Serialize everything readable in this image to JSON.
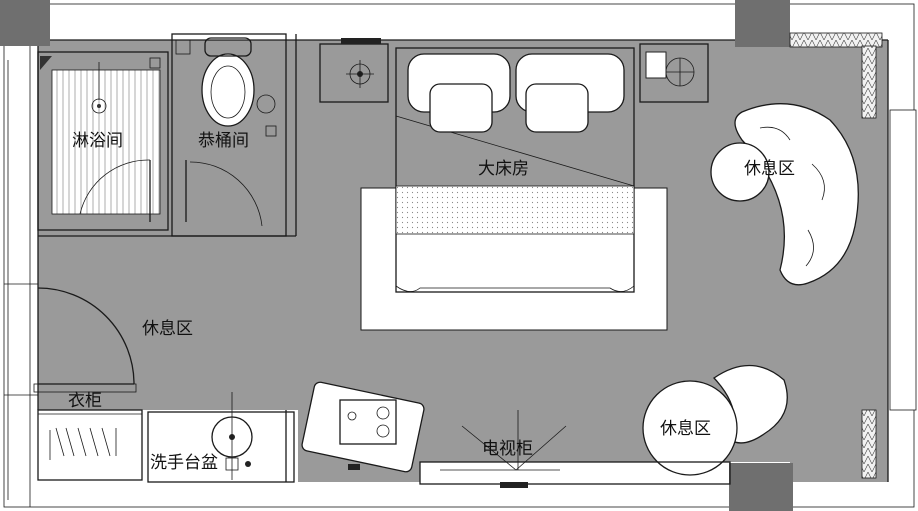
{
  "colors": {
    "floor": "#9a9a9a",
    "wall": "#ffffff",
    "column": "#6f6f6f",
    "line": "#1a1a1a",
    "rug": "#ffffff",
    "wall_hatch": "#f2f2f2"
  },
  "labels": {
    "shower": "淋浴间",
    "toilet": "恭桶间",
    "bedroom": "大床房",
    "lounge_right": "休息区",
    "lounge_left": "休息区",
    "lounge_bottom": "休息区",
    "wardrobe": "衣柜",
    "washbasin": "洗手台盆",
    "tv_cabinet": "电视柜"
  }
}
